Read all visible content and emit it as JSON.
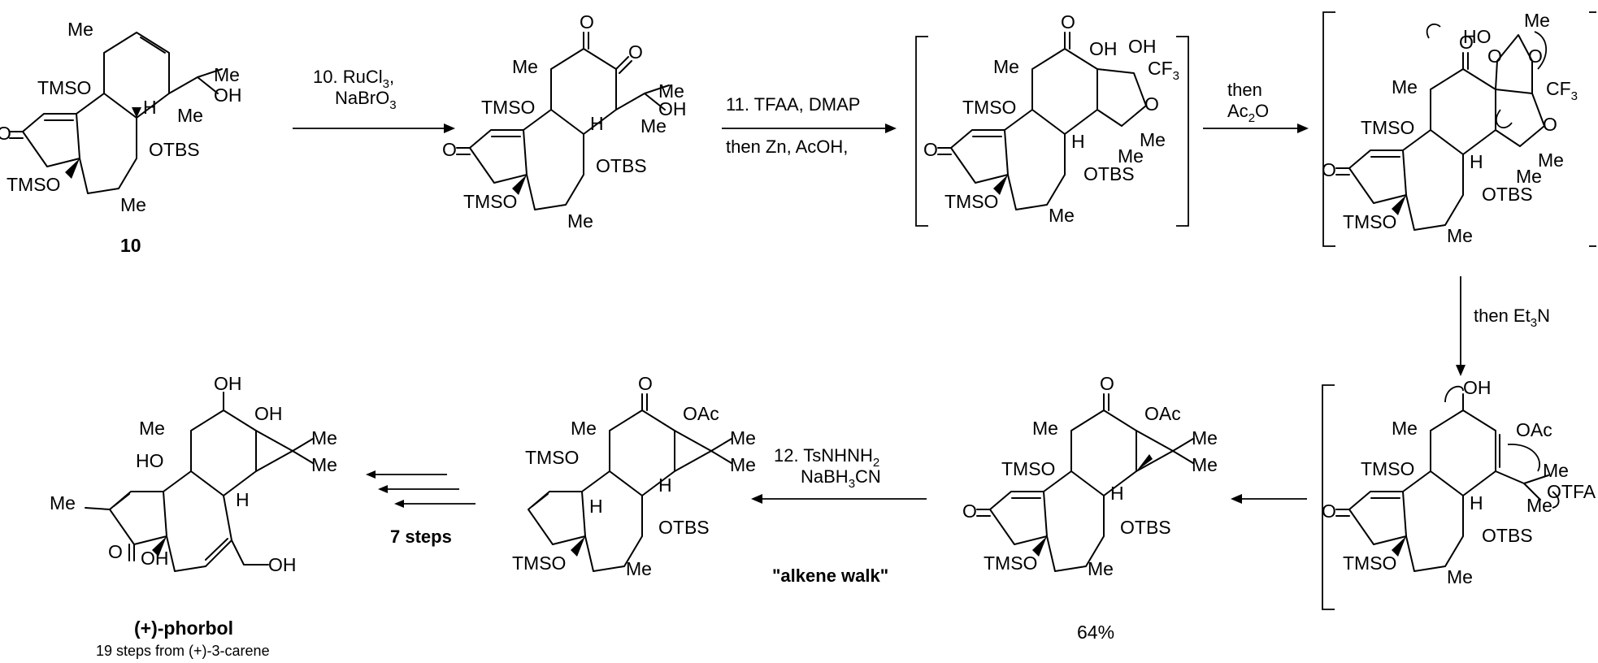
{
  "compound10": {
    "number": "10",
    "groups": {
      "me_top": "Me",
      "tmso_upper": "TMSO",
      "tmso_lower": "TMSO",
      "me_side": "Me",
      "oh": "OH",
      "me_c": "Me",
      "h": "H",
      "otbs": "OTBS",
      "me_bottom": "Me",
      "ketone_o": "O"
    }
  },
  "step10": {
    "line1": "10. RuCl",
    "sub1": "3",
    "line1_end": ",",
    "line2": "NaBrO",
    "sub2": "3"
  },
  "diketone": {
    "groups": {
      "o1": "O",
      "o2": "O",
      "me_top": "Me",
      "tmso_upper": "TMSO",
      "tmso_lower": "TMSO",
      "me_side": "Me",
      "oh": "OH",
      "me_c": "Me",
      "h": "H",
      "otbs": "OTBS",
      "me_bottom": "Me",
      "ketone_o": "O"
    }
  },
  "step11": {
    "line1": "11. TFAA, DMAP",
    "line2": "then Zn, AcOH,"
  },
  "hemiketal": {
    "groups": {
      "o_top": "O",
      "oh1": "OH",
      "oh2": "OH",
      "cf3": "CF",
      "cf3_sub": "3",
      "ring_o": "O",
      "me_top": "Me",
      "tmso_upper": "TMSO",
      "tmso_lower": "TMSO",
      "h": "H",
      "me_a": "Me",
      "me_b": "Me",
      "otbs": "OTBS",
      "me_bottom": "Me",
      "ketone_o": "O"
    }
  },
  "step_ac2o": {
    "line1": "then",
    "line2": "Ac",
    "sub": "2",
    "line2_end": "O"
  },
  "acetal": {
    "groups": {
      "ho": "HO",
      "me_acetal": "Me",
      "o_a": "O",
      "o_b": "O",
      "cf3": "CF",
      "cf3_sub": "3",
      "o_top": "O",
      "ring_o": "O",
      "me_top": "Me",
      "tmso_upper": "TMSO",
      "tmso_lower": "TMSO",
      "h": "H",
      "me_a": "Me",
      "me_b": "Me",
      "otbs": "OTBS",
      "me_bottom": "Me",
      "ketone_o": "O"
    }
  },
  "step_et3n": {
    "text": "then Et",
    "sub": "3",
    "text_end": "N"
  },
  "enol": {
    "groups": {
      "oh": "OH",
      "oac": "OAc",
      "me_top": "Me",
      "tmso_upper": "TMSO",
      "tmso_lower": "TMSO",
      "h": "H",
      "me_a": "Me",
      "me_b": "Me",
      "otfa": "OTFA",
      "otbs": "OTBS",
      "me_bottom": "Me",
      "ketone_o": "O"
    }
  },
  "cyclopropane64": {
    "yield": "64%",
    "groups": {
      "o_top": "O",
      "oac": "OAc",
      "me_top": "Me",
      "tmso_upper": "TMSO",
      "tmso_lower": "TMSO",
      "me_a": "Me",
      "me_b": "Me",
      "h": "H",
      "otbs": "OTBS",
      "me_bottom": "Me",
      "ketone_o": "O"
    }
  },
  "step12": {
    "line1": "12. TsNHNH",
    "sub1": "2",
    "line2": "NaBH",
    "sub2": "3",
    "line2_end": "CN",
    "caption": "\"alkene walk\""
  },
  "alkene": {
    "groups": {
      "o_top": "O",
      "oac": "OAc",
      "me_top": "Me",
      "tmso_upper": "TMSO",
      "tmso_lower": "TMSO",
      "me_a": "Me",
      "me_b": "Me",
      "h1": "H",
      "h2": "H",
      "otbs": "OTBS",
      "me_bottom": "Me"
    }
  },
  "step_final": {
    "text": "7 steps"
  },
  "phorbol": {
    "name": "(+)-phorbol",
    "note": "19 steps from (+)-3-carene",
    "groups": {
      "oh_top": "OH",
      "oh_right": "OH",
      "me_top": "Me",
      "ho": "HO",
      "me_a": "Me",
      "me_b": "Me",
      "me_left": "Me",
      "h": "H",
      "ketone_o": "O",
      "oh_bottom": "OH",
      "ch2oh": "OH"
    }
  }
}
